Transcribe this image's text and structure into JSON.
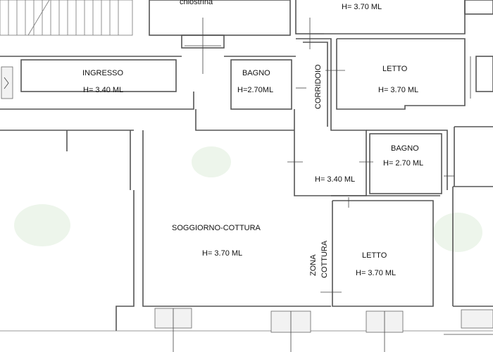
{
  "rooms": {
    "chiostrina": "chiostrina",
    "top_height": "H= 3.70 ML",
    "ingresso": "INGRESSO",
    "ingresso_height": "H= 3.40 ML",
    "bagno_1": "BAGNO",
    "bagno_1_height": "H=2.70ML",
    "corridoio": "CORRIDOIO",
    "corridoio_height": "H= 3.40 ML",
    "letto_1": "LETTO",
    "letto_1_height": "H= 3.70 ML",
    "bagno_2": "BAGNO",
    "bagno_2_height": "H= 2.70 ML",
    "soggiorno": "SOGGIORNO-COTTURA",
    "soggiorno_height": "H= 3.70 ML",
    "zona_cottura_1": "ZONA",
    "zona_cottura_2": "COTTURA",
    "letto_2": "LETTO",
    "letto_2_height": "H= 3.70 ML"
  },
  "colors": {
    "wall": "#555555",
    "background": "#ffffff",
    "watermark": "#e9f3e6"
  }
}
